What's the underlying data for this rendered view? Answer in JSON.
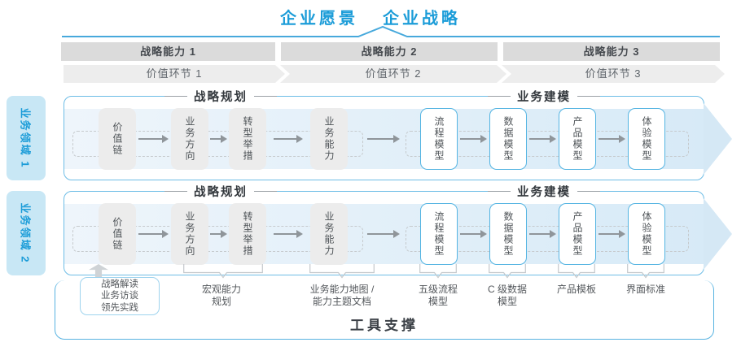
{
  "title": {
    "vision": "企业愿景",
    "strategy": "企业战略"
  },
  "capability_bar": {
    "items": [
      "战略能力 1",
      "战略能力 2",
      "战略能力 3"
    ]
  },
  "value_bar": {
    "items": [
      "价值环节 1",
      "价值环节 2",
      "价值环节 3"
    ]
  },
  "domains": {
    "items": [
      "业务领域 1",
      "业务领域 2"
    ]
  },
  "band": {
    "planning_header": "战略规划",
    "modeling_header": "业务建模",
    "planning_boxes": [
      "价值链",
      "业务方向",
      "转型举措",
      "业务能力"
    ],
    "modeling_boxes": [
      "流程模型",
      "数据模型",
      "产品模型",
      "体验模型"
    ]
  },
  "annotations": {
    "practice_box": "战略解读\n业务访谈\n领先实践",
    "labels": [
      "宏观能力\n规划",
      "业务能力地图 /\n能力主题文档",
      "五级流程\n模型",
      "C 级数据\n模型",
      "产品模板",
      "界面标准"
    ]
  },
  "footer": {
    "tool_support": "工具支撑"
  },
  "colors": {
    "accent_blue": "#1B9CD8",
    "band_border": "#6EBDE6",
    "box_border": "#54B4E2",
    "flow_fill": "#D5E8F5",
    "domain_fill": "#C8E7F5",
    "capability_bar_fill": "#DBDBDB",
    "value_bar_fill": "#EDEDED",
    "arrow_gray": "#8F959A",
    "header_text": "#33383D"
  }
}
